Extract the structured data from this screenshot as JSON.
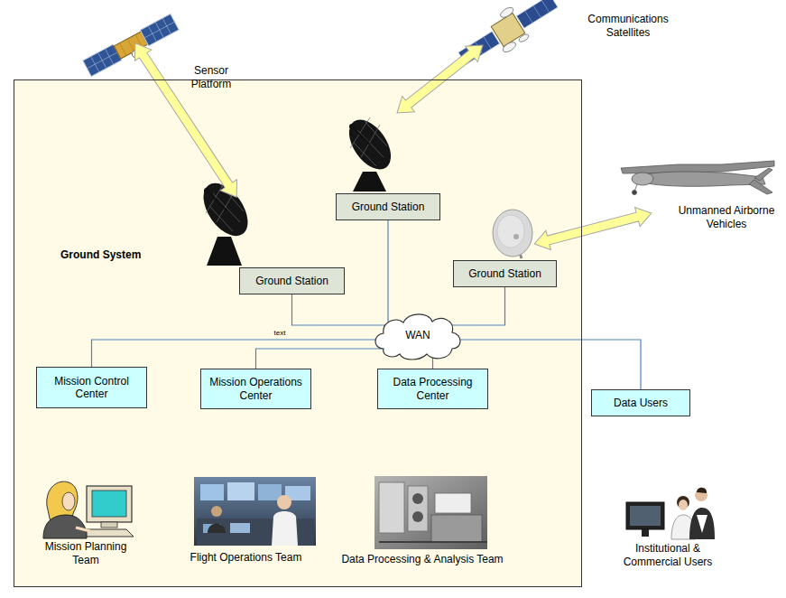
{
  "diagram": {
    "nodes": [
      {
        "text": [
          "Ground System"
        ]
      },
      {
        "text": [
          "Ground Station"
        ],
        "in": 0
      },
      {
        "text": [
          "Ground Station"
        ],
        "in": 0
      },
      {
        "text": [
          "Ground Station"
        ],
        "in": 0
      },
      {
        "text": [
          "WAN"
        ],
        "in": 0
      },
      {
        "text": [
          "Mission Control Center"
        ],
        "in": 0
      },
      {
        "text": [
          "Mission Operations Center"
        ],
        "in": 0
      },
      {
        "text": [
          "Data Processing Center"
        ],
        "in": 0
      },
      {
        "text": [
          "Data Users"
        ]
      }
    ],
    "edges": [
      {
        "from": 1,
        "to": 4,
        "arrow": "none"
      },
      {
        "from": 2,
        "to": 4,
        "arrow": "none"
      },
      {
        "from": 3,
        "to": 4,
        "arrow": "none"
      },
      {
        "from": 4,
        "to": 5,
        "arrow": "none"
      },
      {
        "from": 4,
        "to": 6,
        "arrow": "none"
      },
      {
        "from": 4,
        "to": 7,
        "arrow": "none"
      },
      {
        "from": 4,
        "to": 8,
        "arrow": "none"
      }
    ],
    "labels": [
      "Sensor Platform",
      "Communications Satellites",
      "Unmanned Airborne Vehicles",
      "text",
      "Mission Planning Team",
      "Flight Operations Team",
      "Data Processing & Analysis Team",
      "Institutional & Commercial Users"
    ]
  }
}
